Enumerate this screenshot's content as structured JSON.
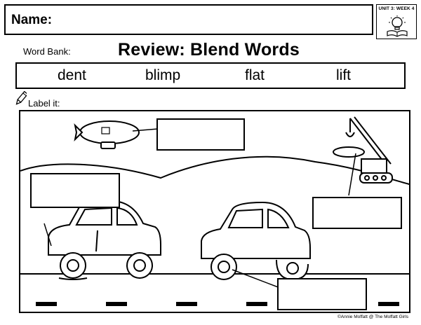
{
  "header": {
    "name_label": "Name:",
    "unit_badge": "UNIT 3: WEEK 4",
    "badge_icon": "lightbulb-book-icon"
  },
  "title": "Review: Blend Words",
  "word_bank": {
    "label": "Word Bank:",
    "words": [
      "dent",
      "blimp",
      "flat",
      "lift"
    ]
  },
  "label_section": {
    "prompt": "Label it:",
    "icon": "pencil-icon"
  },
  "scene": {
    "pictures": [
      "blimp",
      "crane",
      "car with dent",
      "car with flat tire",
      "road",
      "hills"
    ],
    "answer_boxes": 4
  },
  "footer": {
    "credit": "©Annie Moffatt @ The Moffatt Girls"
  }
}
